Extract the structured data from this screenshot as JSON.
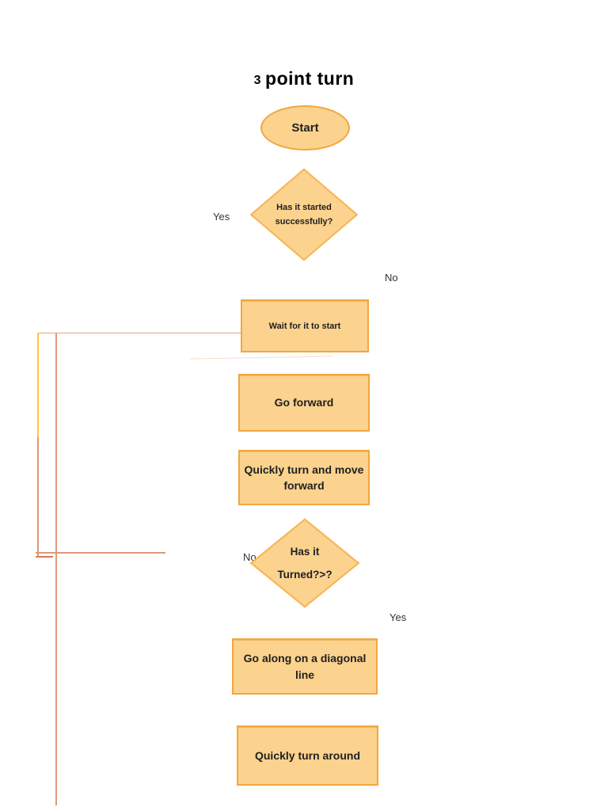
{
  "title": {
    "small": "3",
    "large": "point turn"
  },
  "nodes": {
    "start": {
      "label": "Start"
    },
    "decision_started": {
      "line1": "Has it started",
      "line2": "successfully?"
    },
    "wait": {
      "label": "Wait for it to start"
    },
    "go_forward": {
      "label": "Go forward"
    },
    "quick_turn_move": {
      "line1": "Quickly turn and move",
      "line2": "forward"
    },
    "decision_turned": {
      "line1": "Has it",
      "line2": "Turned?>?"
    },
    "diagonal": {
      "label": "Go along on a diagonal line"
    },
    "turn_around": {
      "label": "Quickly turn around"
    }
  },
  "branch_labels": {
    "decision1_yes": "Yes",
    "decision1_no": "No",
    "decision2_no": "No",
    "decision2_yes": "Yes"
  },
  "colors": {
    "shape_fill": "#FBD28E",
    "shape_border": "#F2A73E",
    "connector_gold": "#FFC93B",
    "connector_salmon": "#DC9A7B",
    "connector_red": "#DC7B50"
  }
}
